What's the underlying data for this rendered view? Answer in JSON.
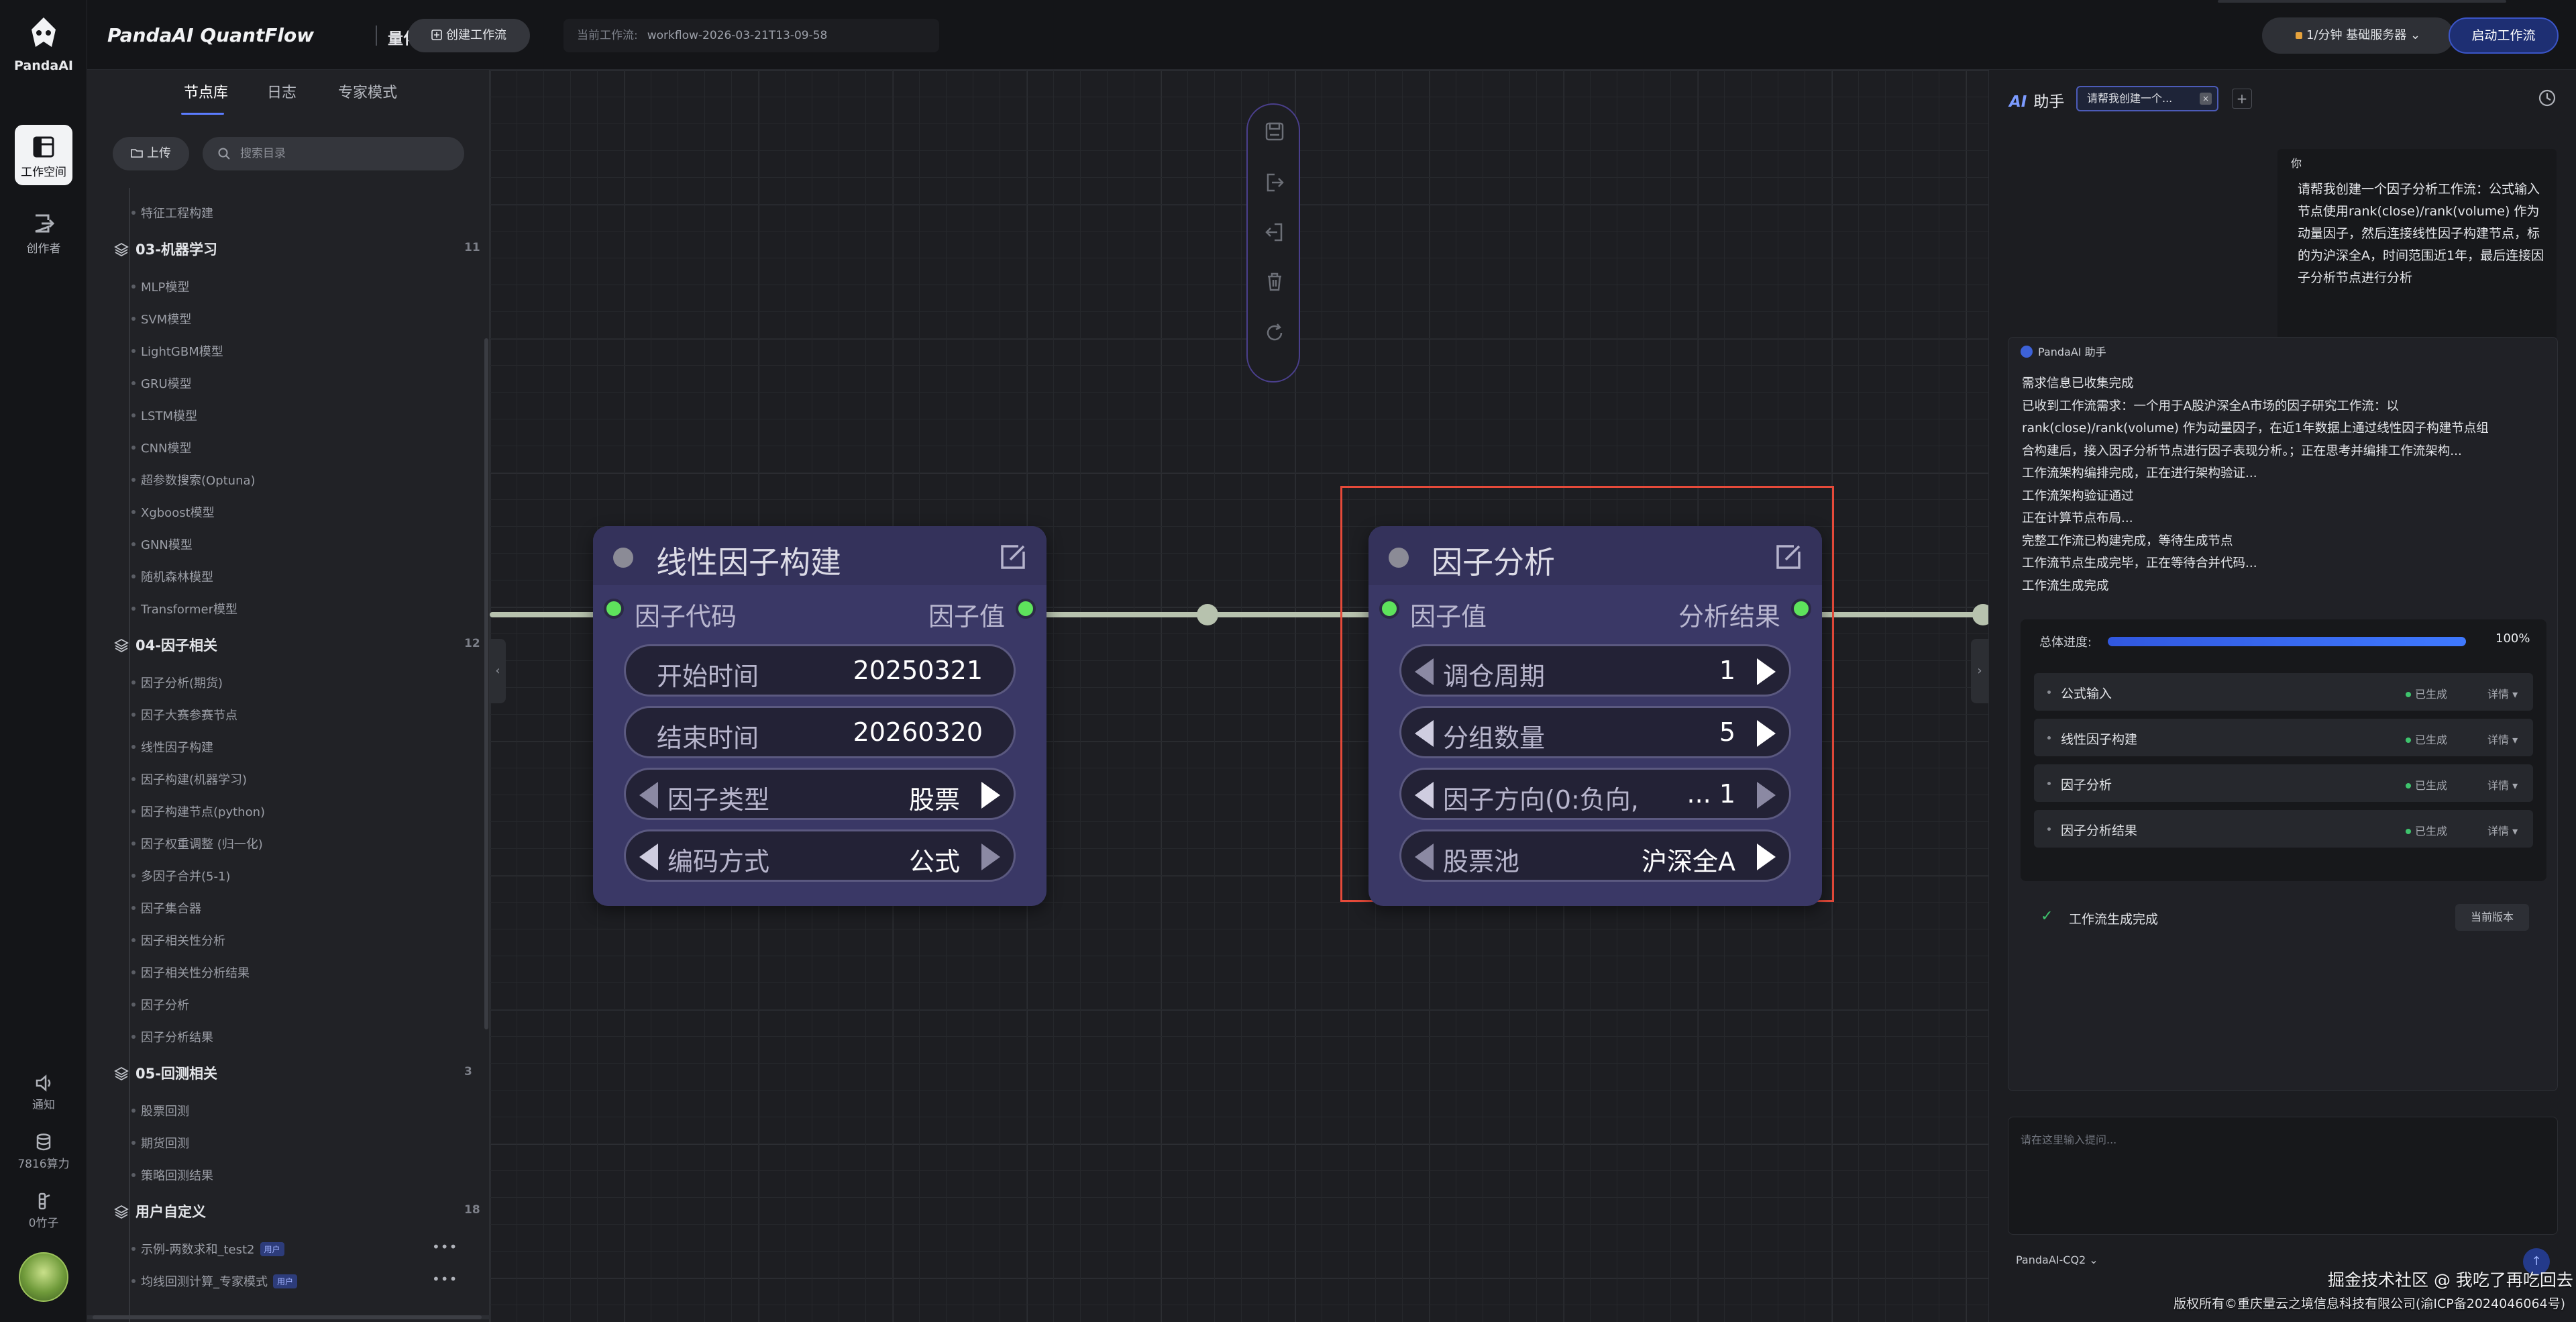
{
  "app": {
    "logo_text": "PandaAI",
    "brand": "PandaAI QuantFlow",
    "subtitle": "量化工作流"
  },
  "rail": {
    "workspace": "工作空间",
    "creator": "创作者",
    "notify": "通知",
    "compute": "7816算力",
    "bamboo": "0竹子"
  },
  "topbar": {
    "create_btn": "创建工作流",
    "current_label": "当前工作流:",
    "current_value": "workflow-2026-03-21T13-09-58",
    "rate": "1/分钟 基础服务器",
    "start_btn": "启动工作流"
  },
  "library": {
    "tabs": [
      "节点库",
      "日志",
      "专家模式"
    ],
    "upload": "上传",
    "search_placeholder": "搜索目录",
    "top_leaf": "特征工程构建",
    "groups": [
      {
        "name": "03-机器学习",
        "count": "11",
        "items": [
          "MLP模型",
          "SVM模型",
          "LightGBM模型",
          "GRU模型",
          "LSTM模型",
          "CNN模型",
          "超参数搜索(Optuna)",
          "Xgboost模型",
          "GNN模型",
          "随机森林模型",
          "Transformer模型"
        ]
      },
      {
        "name": "04-因子相关",
        "count": "12",
        "items": [
          "因子分析(期货)",
          "因子大赛参赛节点",
          "线性因子构建",
          "因子构建(机器学习)",
          "因子构建节点(python)",
          "因子权重调整 (归一化)",
          "多因子合并(5-1)",
          "因子集合器",
          "因子相关性分析",
          "因子相关性分析结果",
          "因子分析",
          "因子分析结果"
        ]
      },
      {
        "name": "05-回测相关",
        "count": "3",
        "items": [
          "股票回测",
          "期货回测",
          "策略回测结果"
        ]
      },
      {
        "name": "用户自定义",
        "count": "18",
        "items": [
          "示例-两数求和_test2",
          "均线回测计算_专家模式"
        ]
      }
    ],
    "badge": "用户",
    "more": "•••"
  },
  "nodes": [
    {
      "title": "线性因子构建",
      "in_port": "因子代码",
      "out_port": "因子值",
      "fields": [
        {
          "label": "开始时间",
          "value": "20250321"
        },
        {
          "label": "结束时间",
          "value": "20260320"
        },
        {
          "label": "因子类型",
          "value": "股票"
        },
        {
          "label": "编码方式",
          "value": "公式"
        }
      ]
    },
    {
      "title": "因子分析",
      "in_port": "因子值",
      "out_port": "分析结果",
      "fields": [
        {
          "label": "调仓周期",
          "value": "1"
        },
        {
          "label": "分组数量",
          "value": "5"
        },
        {
          "label": "因子方向(0:负向,",
          "value": "... 1"
        },
        {
          "label": "股票池",
          "value": "沪深全A"
        }
      ]
    }
  ],
  "ai": {
    "title_ai": "AI",
    "title": "助手",
    "tab": "请帮我创建一个...",
    "tab_close": "×",
    "plus": "+",
    "user_label": "你",
    "user_msg": "请帮我创建一个因子分析工作流：公式输入节点使用rank(close)/rank(volume) 作为动量因子，然后连接线性因子构建节点，标的为沪深全A，时间范围近1年，最后连接因子分析节点进行分析",
    "bot_label": "PandaAI 助手",
    "bot_lines": [
      "需求信息已收集完成",
      "已收到工作流需求：一个用于A股沪深全A市场的因子研究工作流：以",
      "rank(close)/rank(volume) 作为动量因子，在近1年数据上通过线性因子构建节点组",
      "合构建后，接入因子分析节点进行因子表现分析。；正在思考并编排工作流架构...",
      "工作流架构编排完成，正在进行架构验证...",
      "工作流架构验证通过",
      "正在计算节点布局...",
      "完整工作流已构建完成，等待生成节点",
      "工作流节点生成完毕，正在等待合并代码...",
      "工作流生成完成"
    ],
    "progress_label": "总体进度:",
    "progress_value": 1.0,
    "progress_text": "100%",
    "stages": [
      {
        "name": "公式输入",
        "status": "已生成",
        "detail": "详情 ▾"
      },
      {
        "name": "线性因子构建",
        "status": "已生成",
        "detail": "详情 ▾"
      },
      {
        "name": "因子分析",
        "status": "已生成",
        "detail": "详情 ▾"
      },
      {
        "name": "因子分析结果",
        "status": "已生成",
        "detail": "详情 ▾"
      }
    ],
    "done_check": "✓",
    "done_text": "工作流生成完成",
    "version_btn": "当前版本",
    "input_placeholder": "请在这里输入提问...",
    "model": "PandaAI-CQ2 ⌄",
    "send": "↑"
  },
  "footer": {
    "watermark": "掘金技术社区 @ 我吃了再吃回去",
    "icp": "版权所有©重庆量云之境信息科技有限公司(渝ICP备2024046064号)"
  }
}
